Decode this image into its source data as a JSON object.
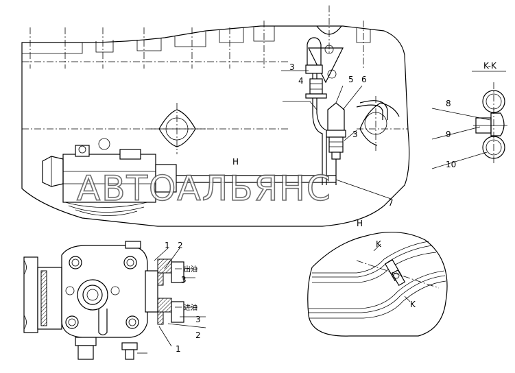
{
  "watermark": "АВТОАЛЬЯНС",
  "view_labels": {
    "section_kk": "K-K",
    "view_h_top": "H",
    "view_h_detail": "H",
    "k_upper": "K",
    "k_lower": "K"
  },
  "callouts_top": [
    "3",
    "4",
    "5",
    "6",
    "3",
    "7"
  ],
  "callouts_kk": [
    "8",
    "9",
    "10"
  ],
  "callouts_bottom": [
    "1",
    "2",
    "3",
    "3",
    "2",
    "1"
  ],
  "port_labels": [
    "出油",
    "进油"
  ]
}
